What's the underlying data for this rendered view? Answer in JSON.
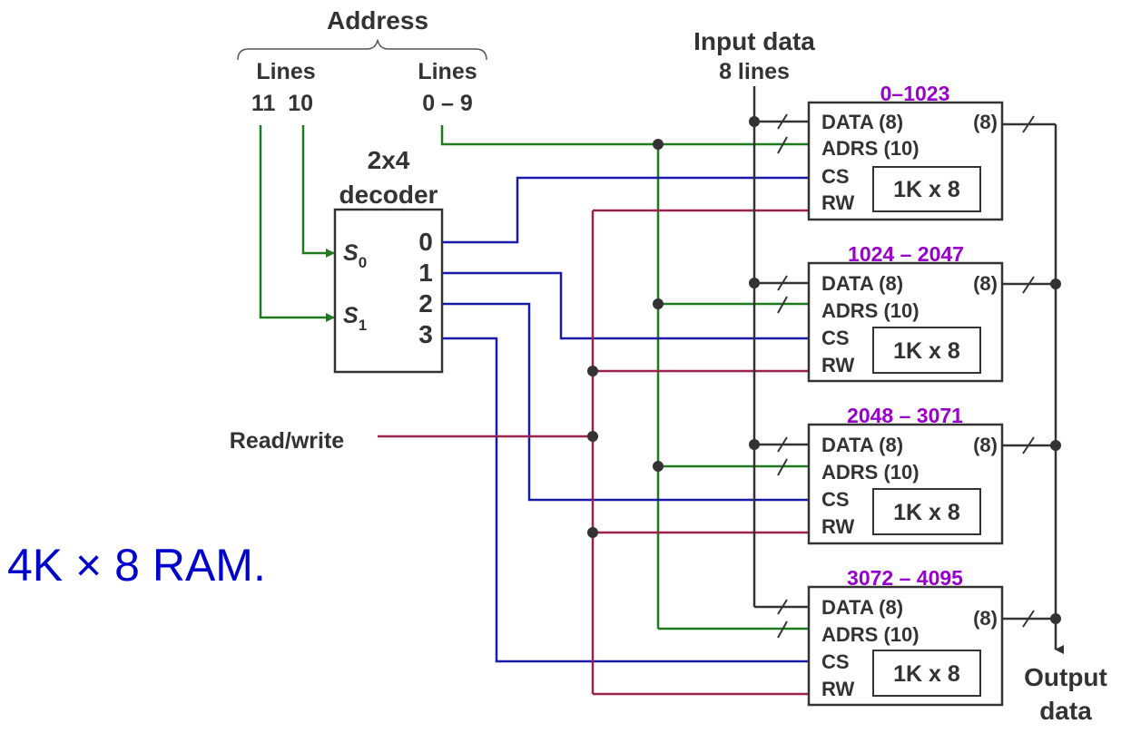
{
  "address": {
    "title": "Address",
    "lines_high_label": "Lines",
    "lines_high_values": "11  10",
    "lines_low_label": "Lines",
    "lines_low_values": "0 – 9"
  },
  "input_data": {
    "title": "Input data",
    "subtitle": "8 lines"
  },
  "decoder": {
    "title_line1": "2x4",
    "title_line2": "decoder",
    "select0": "S",
    "select0_sub": "0",
    "select1": "S",
    "select1_sub": "1",
    "outputs": [
      "0",
      "1",
      "2",
      "3"
    ]
  },
  "read_write_label": "Read/write",
  "output_data": {
    "line1": "Output",
    "line2": "data"
  },
  "chips": [
    {
      "range": "0–1023",
      "data": "DATA (8)",
      "adrs": "ADRS (10)",
      "cs": "CS",
      "rw": "RW",
      "out": "(8)",
      "size": "1K x 8"
    },
    {
      "range": "1024 – 2047",
      "data": "DATA (8)",
      "adrs": "ADRS (10)",
      "cs": "CS",
      "rw": "RW",
      "out": "(8)",
      "size": "1K x 8"
    },
    {
      "range": "2048 – 3071",
      "data": "DATA (8)",
      "adrs": "ADRS (10)",
      "cs": "CS",
      "rw": "RW",
      "out": "(8)",
      "size": "1K x 8"
    },
    {
      "range": "3072 – 4095",
      "data": "DATA (8)",
      "adrs": "ADRS (10)",
      "cs": "CS",
      "rw": "RW",
      "out": "(8)",
      "size": "1K x 8"
    }
  ],
  "caption": "4K × 8 RAM.",
  "colors": {
    "address_wire": "#1f7a1f",
    "chip_select_wire": "#1a1aaa",
    "read_write_wire": "#99214d",
    "range_label": "#9900cc",
    "caption": "#0000cc"
  }
}
